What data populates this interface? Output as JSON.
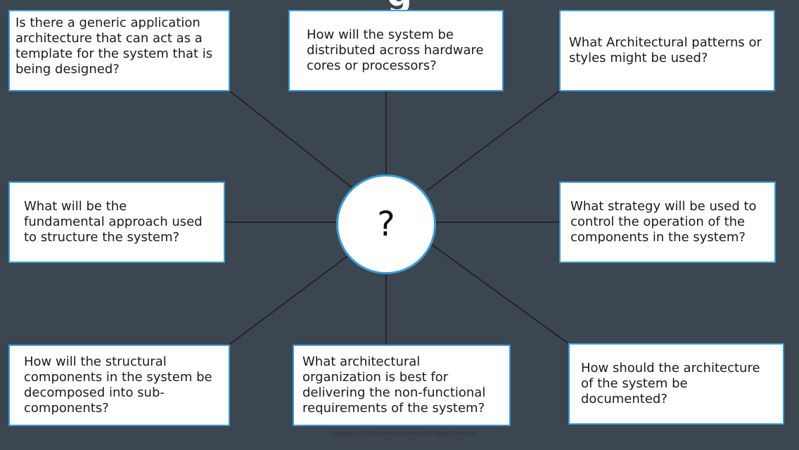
{
  "title_fragment": "g",
  "hub": {
    "label": "?"
  },
  "questions": {
    "top_left": "Is there a generic application architecture that can act as a template for the system that is being designed?",
    "top_center": "How will the system be distributed across hardware cores or processors?",
    "top_right": "What Architectural patterns or styles might be used?",
    "mid_left": "What will be the fundamental approach used to structure the system?",
    "mid_right": "What strategy will be used to control the operation of the components in the system?",
    "bottom_left": "How will the structural components in the system be decomposed into sub-components?",
    "bottom_center": "What architectural organization is best for delivering the non-functional requirements of the system?",
    "bottom_right": "How should the architecture of the system be documented?"
  },
  "copyright": "Copyright ©2016 Pearson Education, All Rights Reserved",
  "colors": {
    "background": "#3b4650",
    "accent": "#3a9bd5",
    "panel": "#ffffff"
  }
}
